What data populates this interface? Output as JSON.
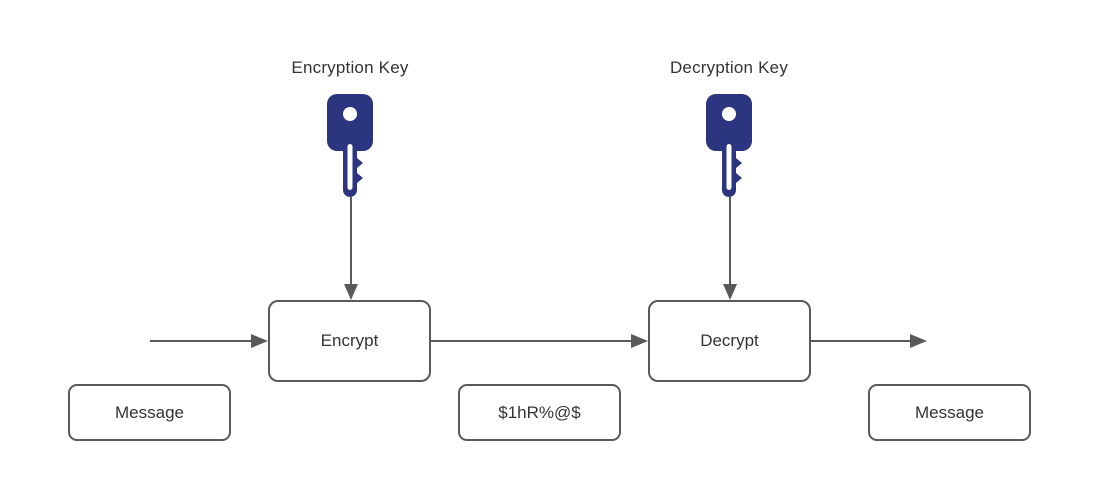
{
  "diagram": {
    "title": "symmetric-encryption-flow",
    "colors": {
      "key_blue": "#2B3580",
      "stroke_gray": "#595959",
      "text_gray": "#333333",
      "background": "#FFFFFF"
    },
    "labels": {
      "encryption_key": "Encryption Key",
      "decryption_key": "Decryption Key"
    },
    "processes": {
      "encrypt": "Encrypt",
      "decrypt": "Decrypt"
    },
    "data": {
      "plaintext_in": "Message",
      "ciphertext": "$1hR%@$",
      "plaintext_out": "Message"
    },
    "icons": {
      "encryption_key_icon": "key-icon",
      "decryption_key_icon": "key-icon"
    }
  }
}
